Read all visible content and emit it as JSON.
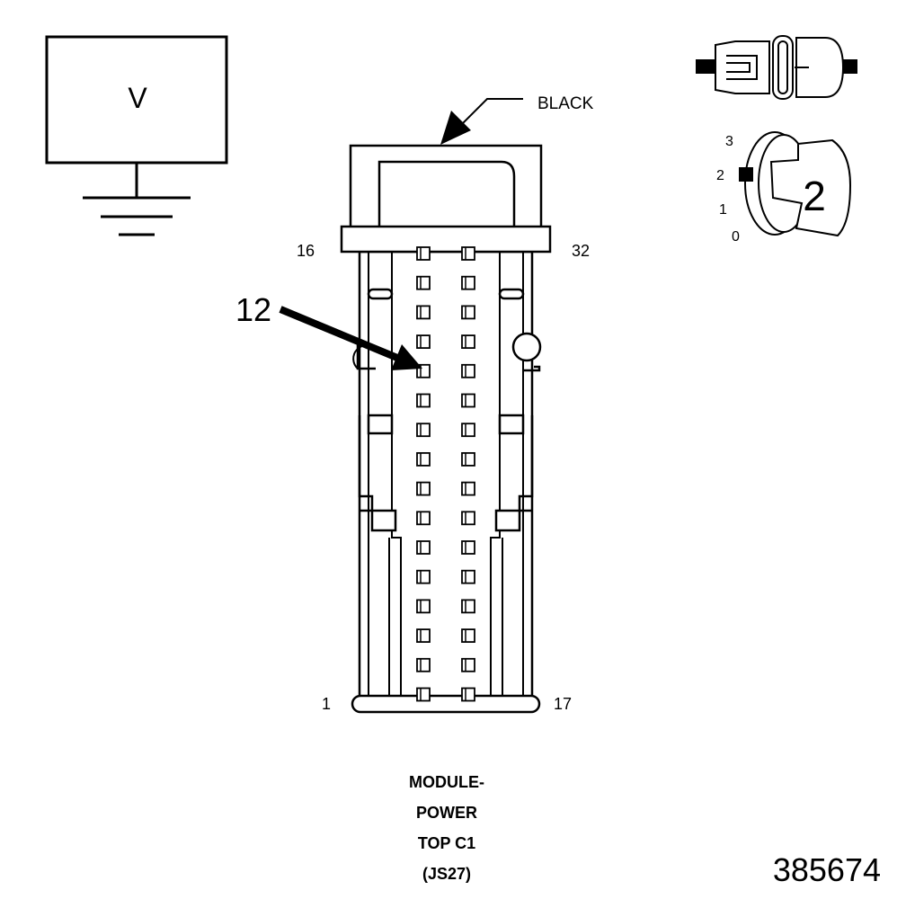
{
  "meter": {
    "symbol": "V"
  },
  "connector": {
    "color_label": "BLACK",
    "pin_labels": {
      "top_left": "16",
      "top_right": "32",
      "bottom_left": "1",
      "bottom_right": "17"
    },
    "pin_rows": 16,
    "pin_columns": 2,
    "highlighted_pin": "12"
  },
  "ignition": {
    "positions": [
      "3",
      "2",
      "1",
      "0"
    ],
    "selected_position": "2"
  },
  "caption": {
    "line1": "MODULE-",
    "line2": "POWER",
    "line3": "TOP C1",
    "line4": "(JS27)"
  },
  "figure_number": "385674",
  "colors": {
    "line": "#000000",
    "background": "#ffffff"
  }
}
